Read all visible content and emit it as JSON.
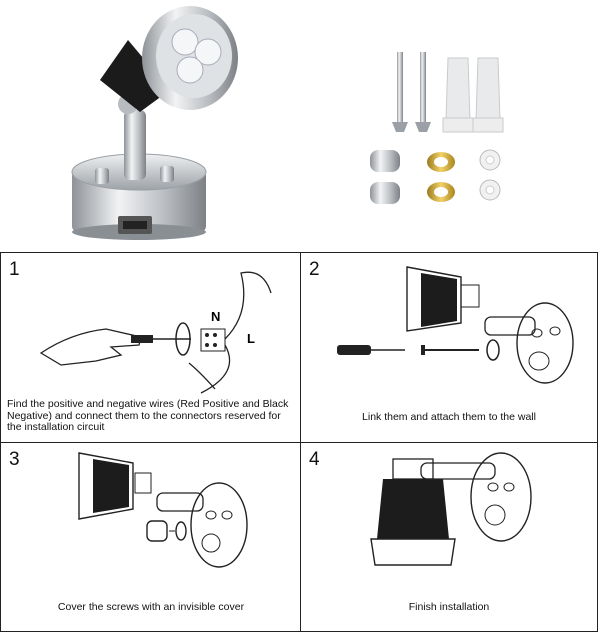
{
  "steps": [
    {
      "number": "1",
      "caption": "Find the positive and negative wires (Red Positive and Black Negative) and connect them to the connectors reserved for the installation circuit",
      "labels": {
        "n": "N",
        "l": "L"
      }
    },
    {
      "number": "2",
      "caption": "Link them and attach them to the wall"
    },
    {
      "number": "3",
      "caption": "Cover the screws with an invisible cover"
    },
    {
      "number": "4",
      "caption": "Finish installation"
    }
  ],
  "colors": {
    "line": "#222222",
    "metal": "#c9ccd0",
    "brass": "#c8a43c",
    "bg": "#ffffff"
  }
}
